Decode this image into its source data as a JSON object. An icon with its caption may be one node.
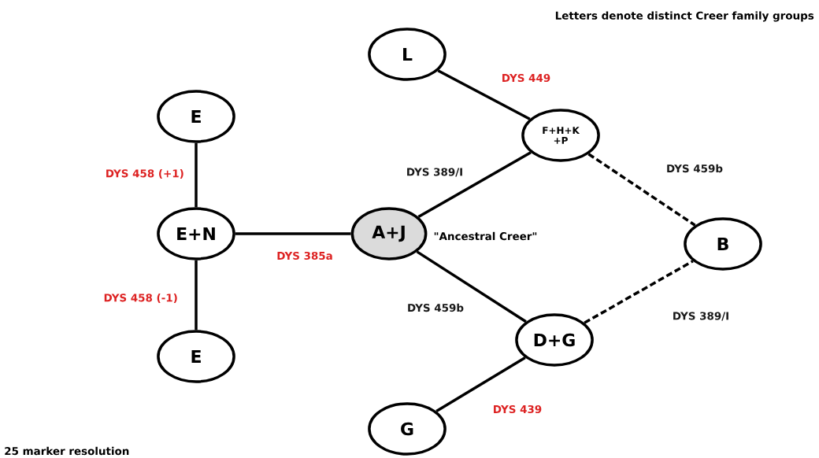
{
  "diagram": {
    "nodes": [
      {
        "text": [
          "L"
        ]
      },
      {
        "text": [
          "E"
        ]
      },
      {
        "text": [
          "F+H+K +P"
        ]
      },
      {
        "text": [
          "E+N"
        ]
      },
      {
        "text": [
          "A+J"
        ],
        "beside": [
          "\"Ancestral Creer\""
        ]
      },
      {
        "text": [
          "B"
        ]
      },
      {
        "text": [
          "E"
        ]
      },
      {
        "text": [
          "D+G"
        ]
      },
      {
        "text": [
          "G"
        ]
      }
    ],
    "edges": [
      {
        "from": 0,
        "to": 2,
        "arrow": "none",
        "label": "DYS 449"
      },
      {
        "from": 1,
        "to": 3,
        "arrow": "none",
        "label": "DYS 458 (+1)"
      },
      {
        "from": 3,
        "to": 4,
        "arrow": "none",
        "label": "DYS 385a"
      },
      {
        "from": 3,
        "to": 6,
        "arrow": "none",
        "label": "DYS 458 (-1)"
      },
      {
        "from": 4,
        "to": 2,
        "arrow": "none",
        "label": "DYS 389/I"
      },
      {
        "from": 2,
        "to": 5,
        "arrow": "none",
        "label": "DYS 459b",
        "style": "dashed"
      },
      {
        "from": 4,
        "to": 7,
        "arrow": "none",
        "label": "DYS 459b"
      },
      {
        "from": 7,
        "to": 5,
        "arrow": "none",
        "label": "DYS 389/I",
        "style": "dashed"
      },
      {
        "from": 7,
        "to": 8,
        "arrow": "none",
        "label": "DYS 439"
      }
    ],
    "labels": [
      "Letters denote distinct Creer family groups",
      "25 marker resolution"
    ]
  }
}
